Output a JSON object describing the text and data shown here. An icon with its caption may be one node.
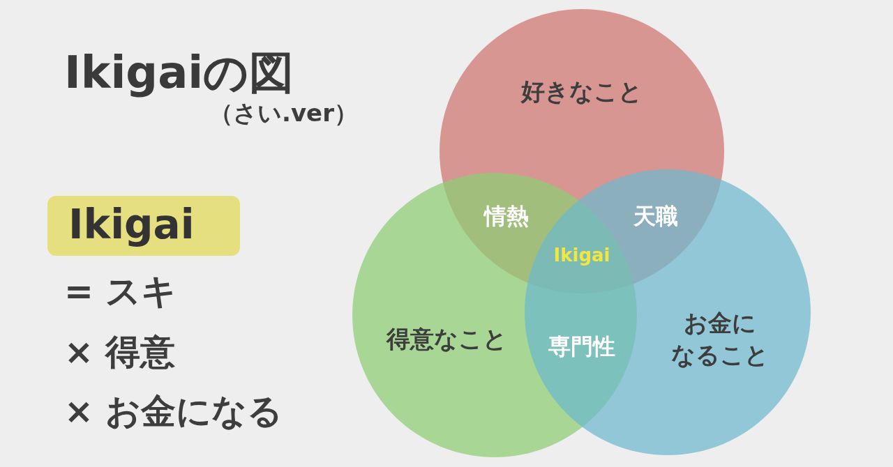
{
  "diagram": {
    "title": "Ikigaiの図",
    "nodes": [
      {
        "text": [
          "Ikigai"
        ]
      },
      {
        "text": [
          "好きなこと"
        ]
      },
      {
        "text": [
          "得意なこと"
        ]
      },
      {
        "text": [
          "お金になること"
        ]
      }
    ],
    "labels": [
      "（さい.ver）",
      "= スキ",
      "× 得意",
      "× お金になる",
      "情熱",
      "天職",
      "Ikigai",
      "専門性"
    ]
  }
}
